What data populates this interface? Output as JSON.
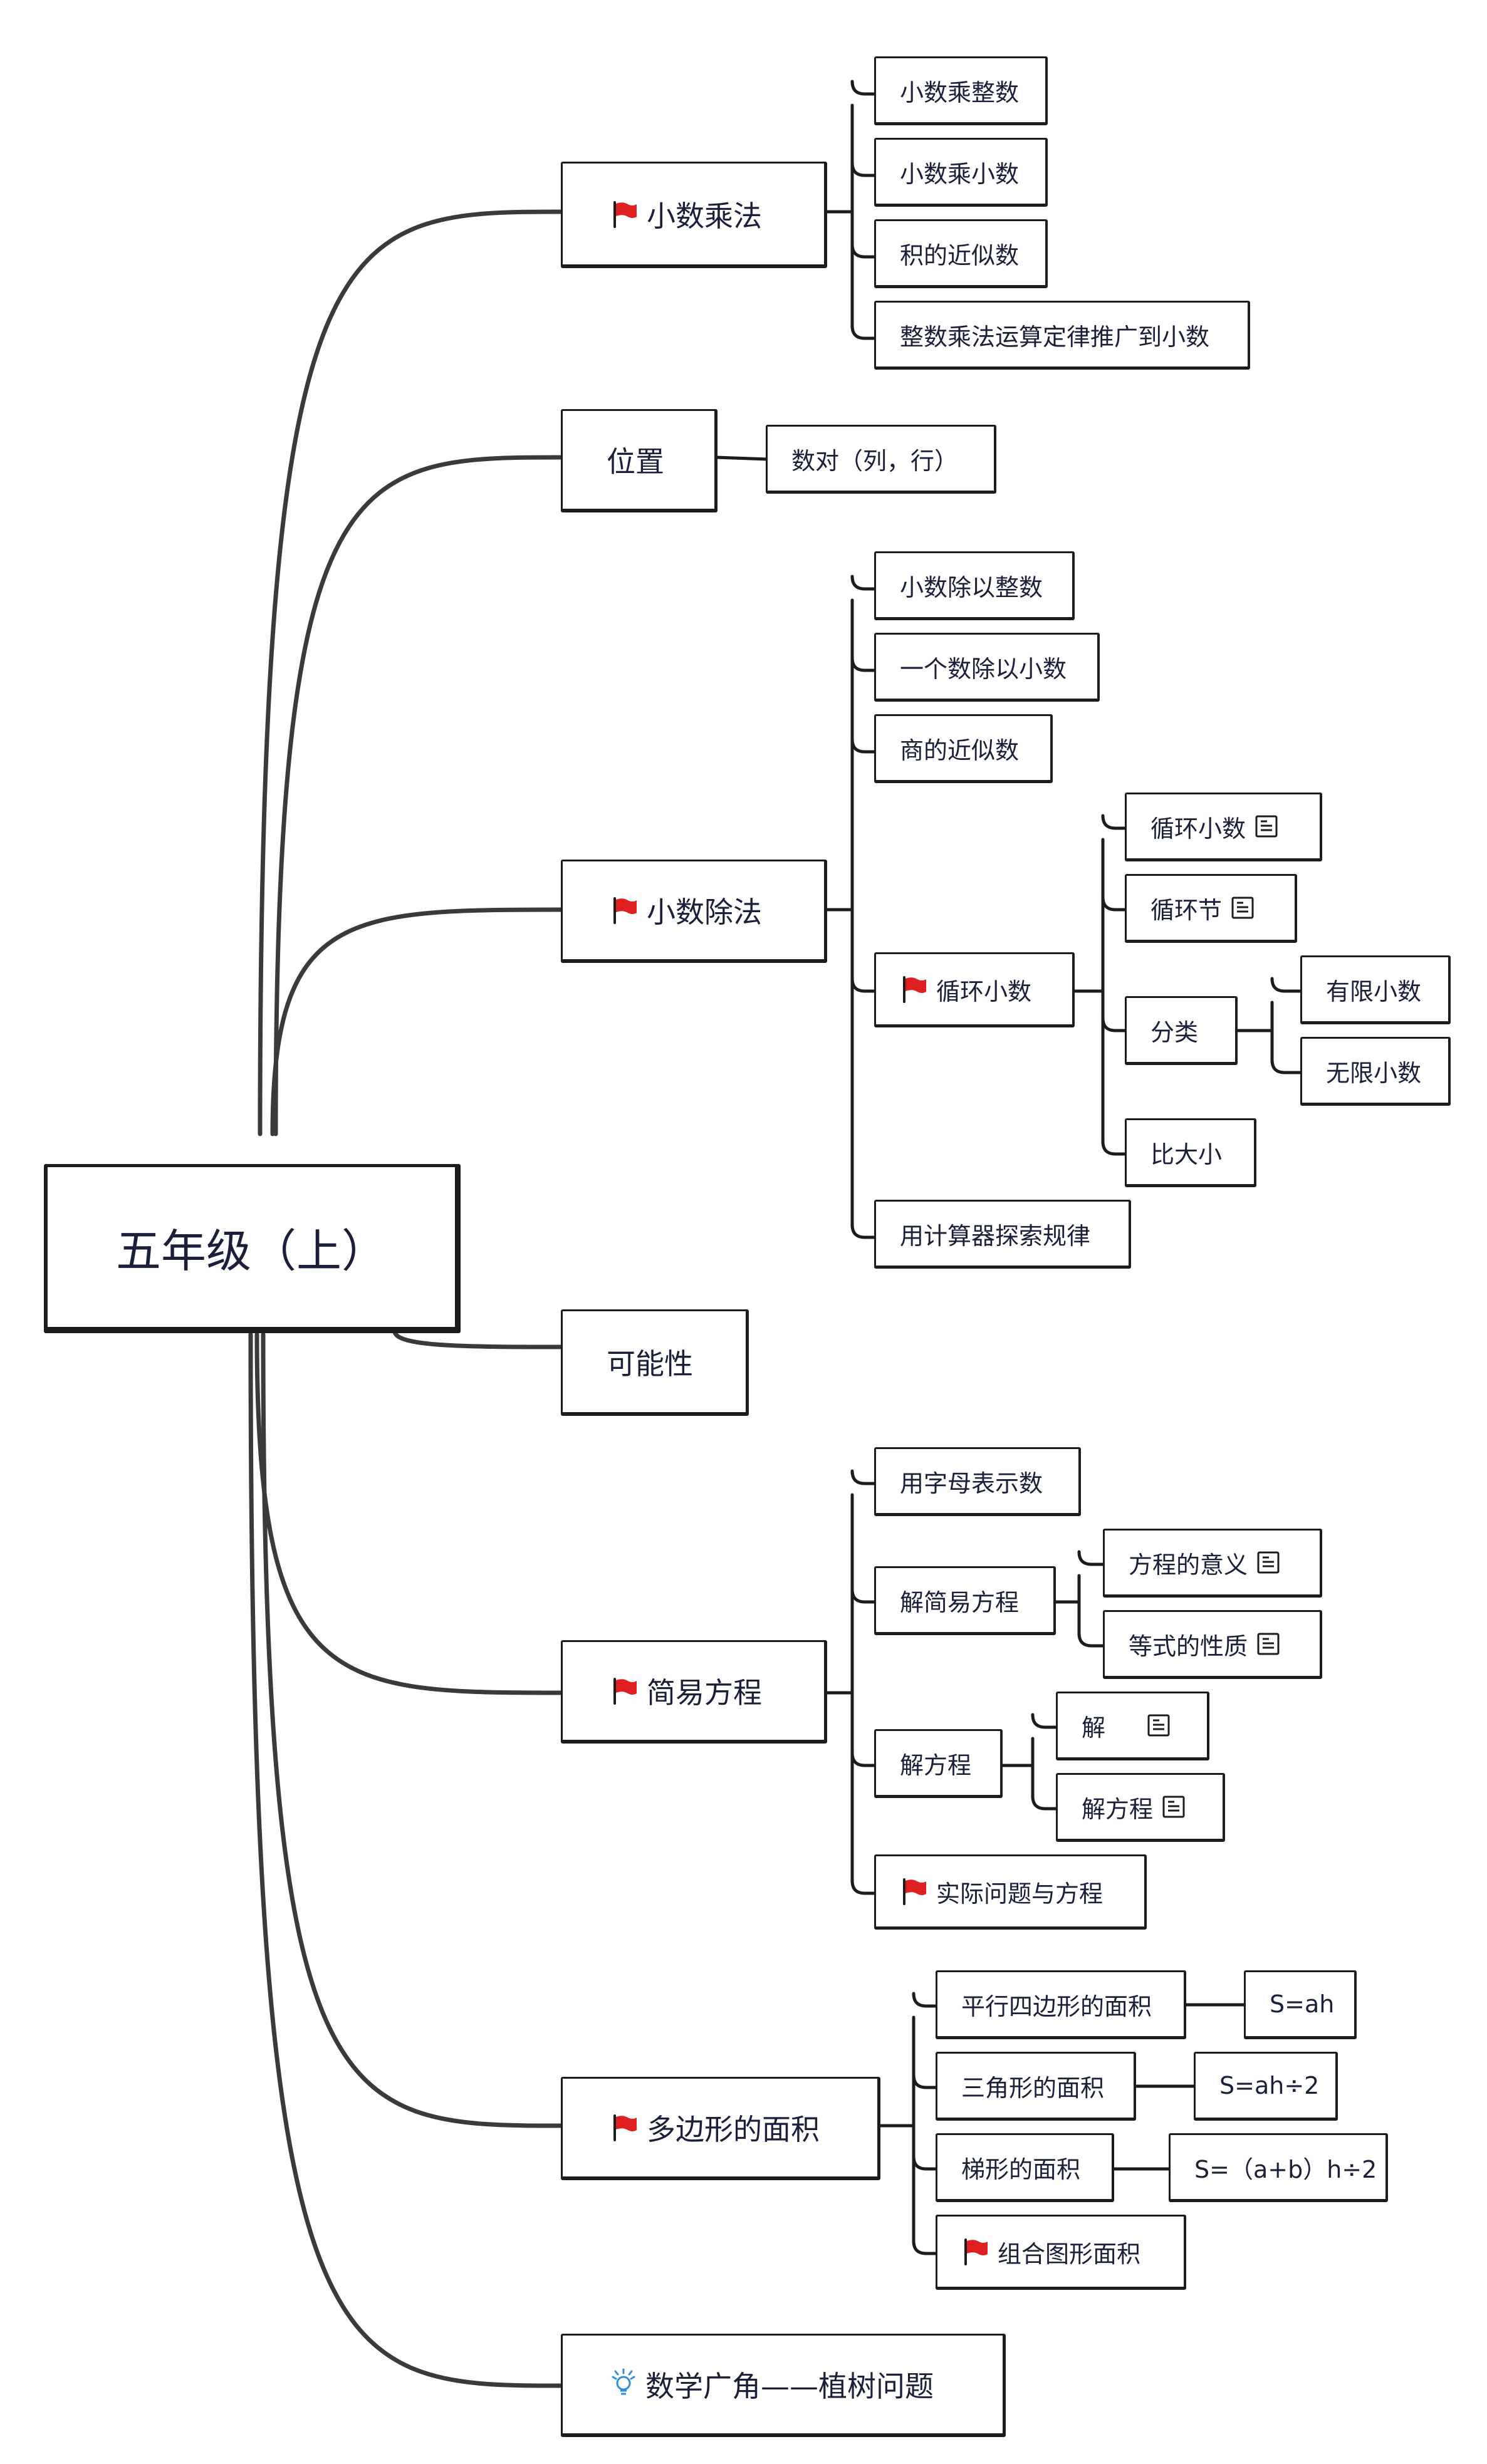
{
  "colors": {
    "stroke": "#1c1c1c",
    "text": "#1b1f3a",
    "flag": "#e02020",
    "bulb": "#2f8fd8"
  },
  "root": {
    "label": "五年级（上）"
  },
  "topics": [
    {
      "label": "小数乘法",
      "icon": "flag-icon",
      "children": [
        {
          "label": "小数乘整数"
        },
        {
          "label": "小数乘小数"
        },
        {
          "label": "积的近似数"
        },
        {
          "label": "整数乘法运算定律推广到小数"
        }
      ]
    },
    {
      "label": "位置",
      "children": [
        {
          "label": "数对（列，行）"
        }
      ]
    },
    {
      "label": "小数除法",
      "icon": "flag-icon",
      "children": [
        {
          "label": "小数除以整数"
        },
        {
          "label": "一个数除以小数"
        },
        {
          "label": "商的近似数"
        },
        {
          "label": "循环小数",
          "icon": "flag-icon",
          "children": [
            {
              "label": "循环小数",
              "icon": "note-icon"
            },
            {
              "label": "循环节",
              "icon": "note-icon"
            },
            {
              "label": "分类",
              "children": [
                {
                  "label": "有限小数"
                },
                {
                  "label": "无限小数"
                }
              ]
            },
            {
              "label": "比大小"
            }
          ]
        },
        {
          "label": "用计算器探索规律"
        }
      ]
    },
    {
      "label": "可能性"
    },
    {
      "label": "简易方程",
      "icon": "flag-icon",
      "children": [
        {
          "label": "用字母表示数"
        },
        {
          "label": "解简易方程",
          "children": [
            {
              "label": "方程的意义",
              "icon": "note-icon"
            },
            {
              "label": "等式的性质",
              "icon": "note-icon"
            }
          ]
        },
        {
          "label": "解方程",
          "children": [
            {
              "label": "解",
              "icon": "note-icon"
            },
            {
              "label": "解方程",
              "icon": "note-icon"
            }
          ]
        },
        {
          "label": "实际问题与方程",
          "icon": "flag-icon"
        }
      ]
    },
    {
      "label": "多边形的面积",
      "icon": "flag-icon",
      "children": [
        {
          "label": "平行四边形的面积",
          "children": [
            {
              "label": "S=ah"
            }
          ]
        },
        {
          "label": "三角形的面积",
          "children": [
            {
              "label": "S=ah÷2"
            }
          ]
        },
        {
          "label": "梯形的面积",
          "children": [
            {
              "label": "S=（a+b）h÷2"
            }
          ]
        },
        {
          "label": "组合图形面积",
          "icon": "flag-icon"
        }
      ]
    },
    {
      "label": "数学广角——植树问题",
      "icon": "lightbulb-icon"
    }
  ]
}
